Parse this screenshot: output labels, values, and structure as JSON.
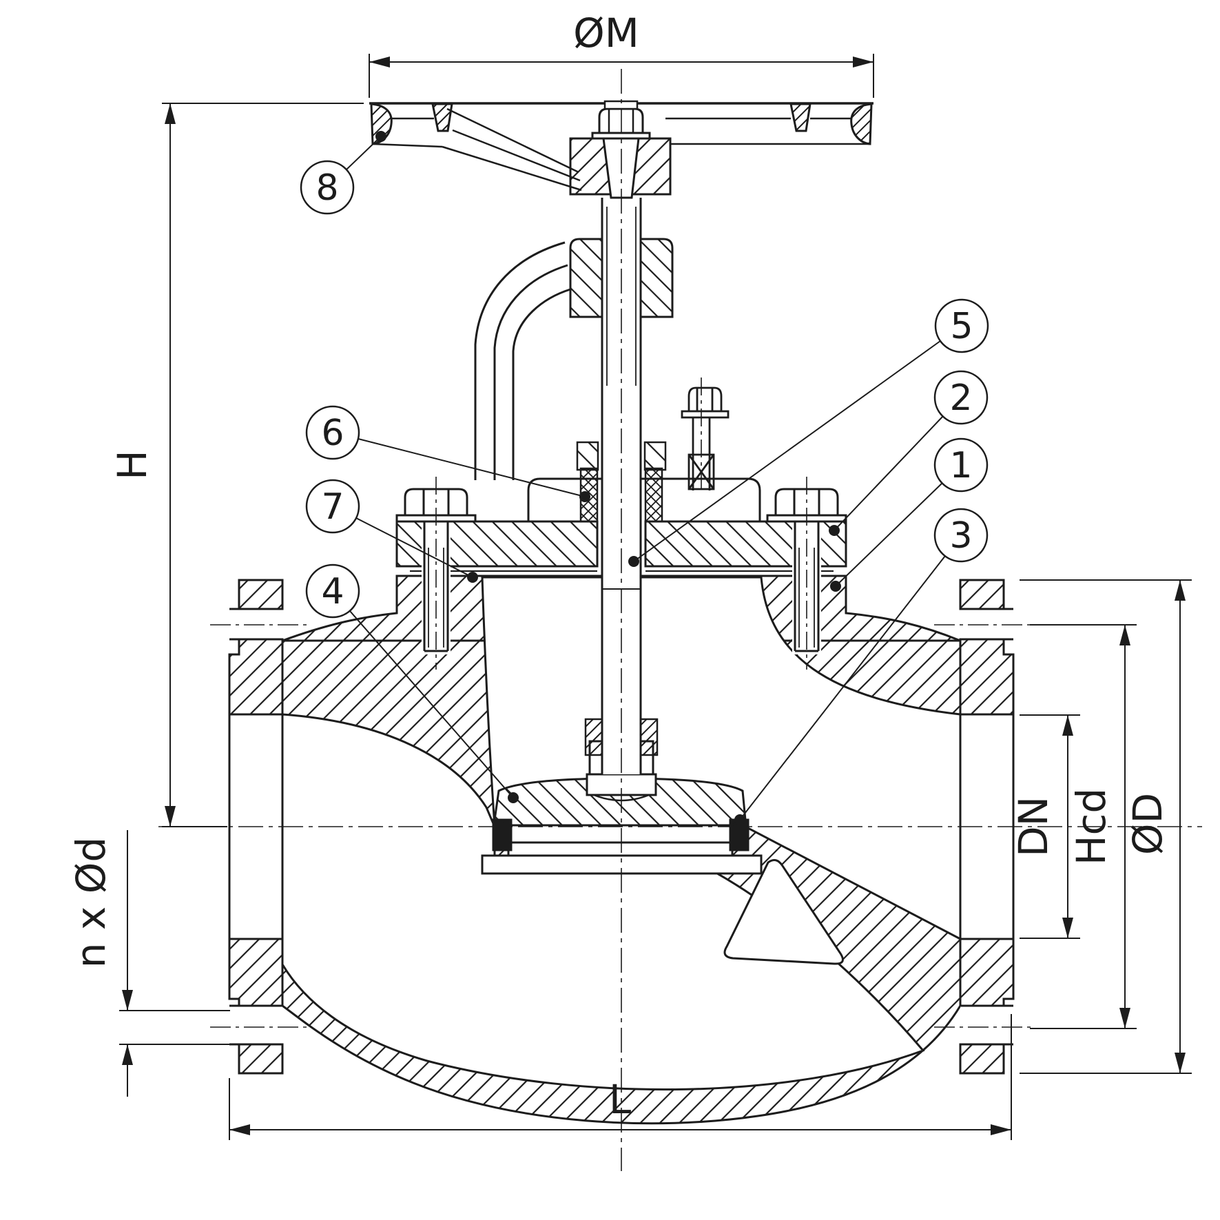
{
  "drawing": {
    "background": "#ffffff",
    "line_color": "#1c1c1c",
    "dimension_labels": {
      "handwheel_diameter": "ØM",
      "height": "H",
      "nominal_diameter": "DN",
      "bolt_circle_diameter": "Hcd",
      "flange_diameter": "ØD",
      "bolt_holes": "n x Ød",
      "face_to_face": "L"
    },
    "callouts": [
      "1",
      "2",
      "3",
      "4",
      "5",
      "6",
      "7",
      "8"
    ]
  }
}
